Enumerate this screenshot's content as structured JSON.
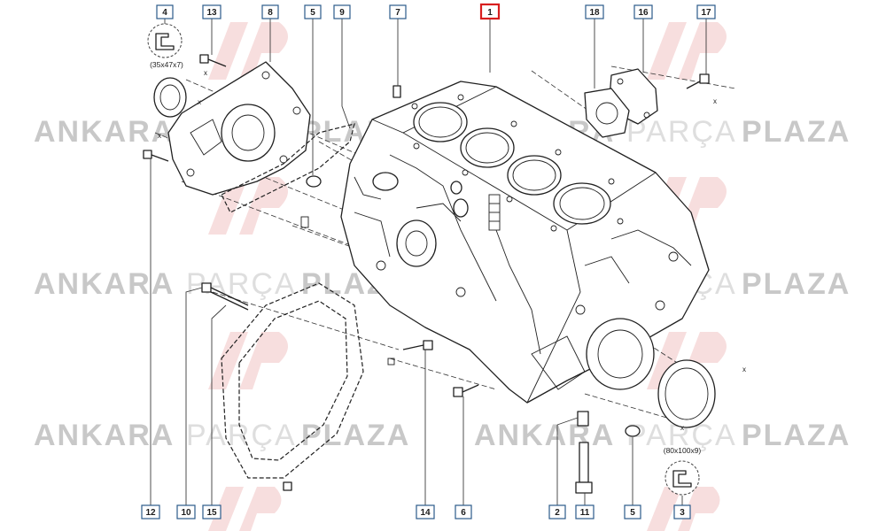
{
  "watermark": {
    "word_dark_1": "ANKARA",
    "word_light": "PARÇA",
    "word_dark_2": "PLAZA",
    "logo_text": "AP",
    "colors": {
      "dark": "#c8c8c8",
      "light": "#dedede",
      "logo_red": "#f2c9c9"
    }
  },
  "callouts": [
    {
      "id": "c1",
      "label": "1",
      "highlight": true
    },
    {
      "id": "c2",
      "label": "2"
    },
    {
      "id": "c3",
      "label": "3"
    },
    {
      "id": "c4",
      "label": "4"
    },
    {
      "id": "c5a",
      "label": "5"
    },
    {
      "id": "c5b",
      "label": "5"
    },
    {
      "id": "c6",
      "label": "6"
    },
    {
      "id": "c7",
      "label": "7"
    },
    {
      "id": "c8",
      "label": "8"
    },
    {
      "id": "c9",
      "label": "9"
    },
    {
      "id": "c10",
      "label": "10"
    },
    {
      "id": "c11",
      "label": "11"
    },
    {
      "id": "c12",
      "label": "12"
    },
    {
      "id": "c13",
      "label": "13"
    },
    {
      "id": "c14",
      "label": "14"
    },
    {
      "id": "c15",
      "label": "15"
    },
    {
      "id": "c16",
      "label": "16"
    },
    {
      "id": "c17",
      "label": "17"
    },
    {
      "id": "c18",
      "label": "18"
    }
  ],
  "seal_sizes": {
    "front": "(35x47x7)",
    "rear": "(80x100x9)"
  },
  "dimension_mark": "x",
  "colors": {
    "callout_border": "#2b5b8a",
    "callout_highlight": "#d81e1e",
    "line": "#202020"
  }
}
